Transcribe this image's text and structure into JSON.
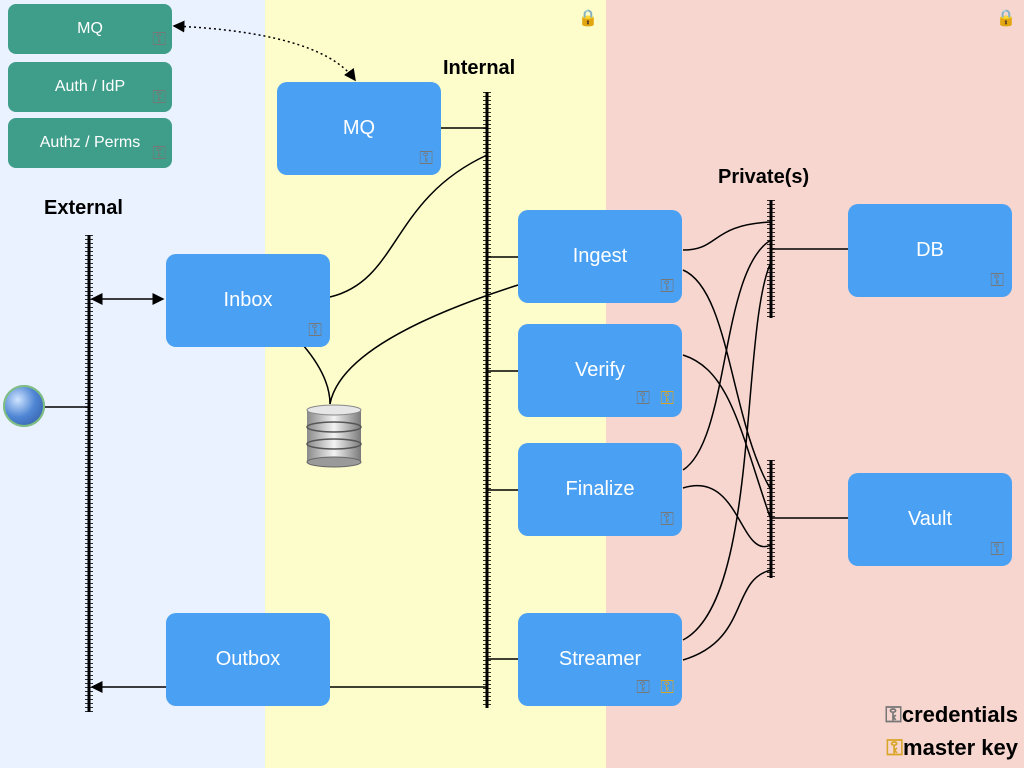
{
  "networks": {
    "external": "External",
    "internal": "Internal",
    "private": "Private(s)"
  },
  "services": {
    "mq_external": "MQ",
    "auth": "Auth / IdP",
    "authz": "Authz / Perms",
    "mq": "MQ",
    "inbox": "Inbox",
    "outbox": "Outbox",
    "ingest": "Ingest",
    "verify": "Verify",
    "finalize": "Finalize",
    "streamer": "Streamer",
    "db": "DB",
    "vault": "Vault"
  },
  "legend": {
    "credentials": "credentials",
    "master_key": "master key"
  },
  "icons": {
    "credentials": "key-icon",
    "master_key": "master-key-icon",
    "lock": "lock-icon",
    "globe": "globe-icon",
    "storage": "database-icon"
  },
  "colors": {
    "external_zone": "#eaf2ff",
    "internal_zone": "#fcfdcb",
    "private_zone": "#f7d6cf",
    "service": "#4aa0f2",
    "external_service": "#3f9e8a",
    "master_key": "#d9a526"
  }
}
